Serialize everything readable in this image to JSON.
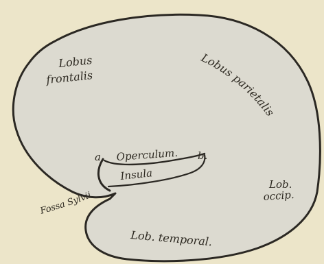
{
  "figure": {
    "labels": {
      "frontal_line1": "Lobus",
      "frontal_line2": "frontalis",
      "parietal": "Lobus parietalis",
      "operculum": "Operculum.",
      "insula": "Insula",
      "marker_a": "a",
      "marker_b": "b.",
      "occipital_line1": "Lob.",
      "occipital_line2": "occip.",
      "temporal": "Lob. temporal.",
      "fossa": "Fossa Sylvii"
    },
    "colors": {
      "background": "#ece5c9",
      "brain_fill": "#dcdad0",
      "outline": "#2b2823",
      "ink": "#2e2a22"
    }
  }
}
